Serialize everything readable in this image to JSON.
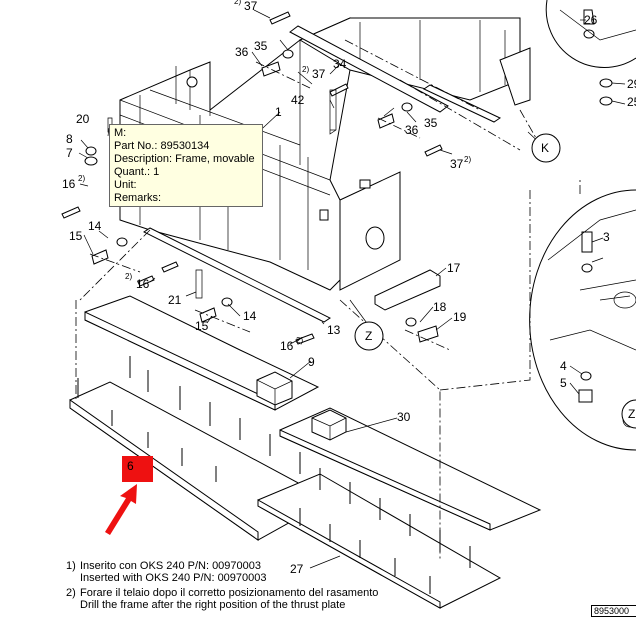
{
  "tooltip": {
    "lines": [
      "M:",
      "Part No.: 89530134",
      "Description: Frame, movable",
      "Quant.: 1",
      "Unit:",
      "Remarks:"
    ]
  },
  "callouts": {
    "c1": "1",
    "c3": "3",
    "c4": "4",
    "c5": "5",
    "c6": "6",
    "c7": "7",
    "c8": "8",
    "c9": "9",
    "c13": "13",
    "c14": "14",
    "c14b": "14",
    "c15": "15",
    "c15b": "15",
    "c16a": "16",
    "c16b": "16",
    "c16c": "16",
    "c17": "17",
    "c18": "18",
    "c19": "19",
    "c20": "20",
    "c21": "21",
    "c25": "25",
    "c26": "26",
    "c27": "27",
    "c29": "29",
    "c30": "30",
    "c34": "34",
    "c35a": "35",
    "c35b": "35",
    "c36a": "36",
    "c36b": "36",
    "c37a": "37",
    "c37b": "37",
    "c37c": "37",
    "c42": "42",
    "note_sup": "2)",
    "detail_k": "K",
    "detail_z": "Z",
    "detail_z2": "Z"
  },
  "notes": {
    "n1_num": "1)",
    "n1_it": "Inserito con OKS 240 P/N: 00970003",
    "n1_en": "Inserted with OKS 240 P/N: 00970003",
    "n2_num": "2)",
    "n2_it": "Forare il telaio dopo il corretto posizionamento del rasamento",
    "n2_en": "Drill the frame after the right position of the thrust plate"
  },
  "doc_number": "8953000",
  "colors": {
    "tooltip_bg": "#ffffe1",
    "marker": "#ee1111"
  }
}
